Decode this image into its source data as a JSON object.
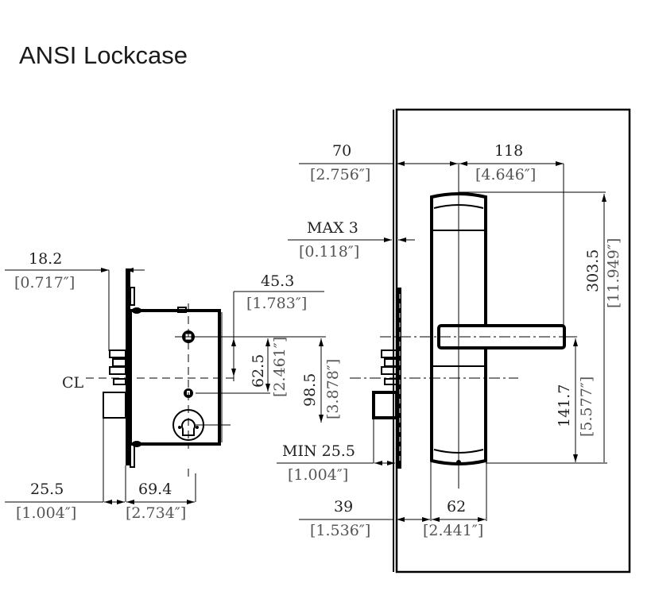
{
  "title": "ANSI Lockcase",
  "dimensions": {
    "backset_plate": {
      "mm": "18.2",
      "in": "[0.717″]"
    },
    "cl_label": "CL",
    "spindle_to_hub": {
      "mm": "45.3",
      "in": "[1.783″]"
    },
    "hub_spacing": {
      "mm": "62.5",
      "in": "[2.461″]"
    },
    "hub_to_cylinder": {
      "mm": "98.5",
      "in": "[3.878″]"
    },
    "faceplate_depth": {
      "mm": "25.5",
      "in": "[1.004″]"
    },
    "case_depth": {
      "mm": "69.4",
      "in": "[2.734″]"
    },
    "door_edge_to_handle": {
      "mm": "70",
      "in": "[2.756″]"
    },
    "lever_length": {
      "mm": "118",
      "in": "[4.646″]"
    },
    "max_gap": {
      "mm": "MAX 3",
      "in": "[0.118″]"
    },
    "total_height": {
      "mm": "303.5",
      "in": "[11.949″]"
    },
    "lever_to_bottom": {
      "mm": "141.7",
      "in": "[5.577″]"
    },
    "min_door": {
      "mm": "MIN 25.5",
      "in": "[1.004″]"
    },
    "edge_to_trim": {
      "mm": "39",
      "in": "[1.536″]"
    },
    "trim_width": {
      "mm": "62",
      "in": "[2.441″]"
    }
  }
}
